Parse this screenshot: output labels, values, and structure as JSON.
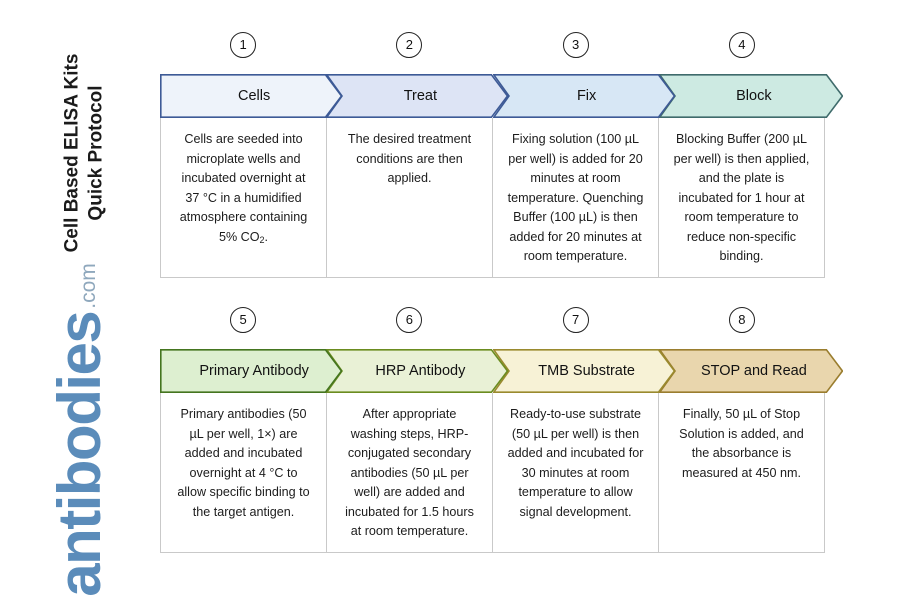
{
  "document": {
    "side_title_line1": "Cell Based ELISA Kits",
    "side_title_line2": "Quick Protocol"
  },
  "logo": {
    "word": "antibodies",
    "suffix": ".com",
    "color": "#5b8cba"
  },
  "rows": [
    {
      "id": "row-1",
      "steps": [
        {
          "number": "1",
          "title": "Cells",
          "fill": "#eef3fa",
          "stroke": "#3d5a96",
          "description": "Cells are seeded into microplate wells and incubated overnight at 37 °C in a humidified atmosphere containing 5% CO",
          "description_sub": "2",
          "description_tail": "."
        },
        {
          "number": "2",
          "title": "Treat",
          "fill": "#dde4f5",
          "stroke": "#3d5a96",
          "description": "The desired treatment conditions are then applied."
        },
        {
          "number": "3",
          "title": "Fix",
          "fill": "#d7e7f5",
          "stroke": "#3d5a96",
          "description": "Fixing solution (100 µL per well) is added for 20 minutes at room temperature. Quenching Buffer (100 µL) is then added for 20 minutes at room temperature."
        },
        {
          "number": "4",
          "title": "Block",
          "fill": "#cdeae2",
          "stroke": "#3f6b6b",
          "description": "Blocking Buffer (200 µL per well) is then applied, and the plate is incubated for 1 hour at room temperature to reduce non-specific binding."
        }
      ]
    },
    {
      "id": "row-2",
      "steps": [
        {
          "number": "5",
          "title": "Primary Antibody",
          "fill": "#ddefd0",
          "stroke": "#44751f",
          "description": "Primary antibodies (50 µL per well, 1×) are added and incubated overnight at 4 °C to allow specific binding to the target antigen."
        },
        {
          "number": "6",
          "title": "HRP Antibody",
          "fill": "#e9f1d6",
          "stroke": "#6b8c1f",
          "description": "After appropriate washing steps, HRP-conjugated secondary antibodies (50 µL per well) are added and incubated for 1.5 hours at room temperature."
        },
        {
          "number": "7",
          "title": "TMB Substrate",
          "fill": "#f7f2d6",
          "stroke": "#9a8a2e",
          "description": "Ready-to-use substrate (50 µL per well) is then added and incubated for 30 minutes at room temperature to allow signal development."
        },
        {
          "number": "8",
          "title": "STOP and Read",
          "fill": "#e9d6ad",
          "stroke": "#9a7d2e",
          "description": "Finally, 50 µL of Stop Solution is added, and the absorbance is measured at 450 nm."
        }
      ]
    }
  ]
}
